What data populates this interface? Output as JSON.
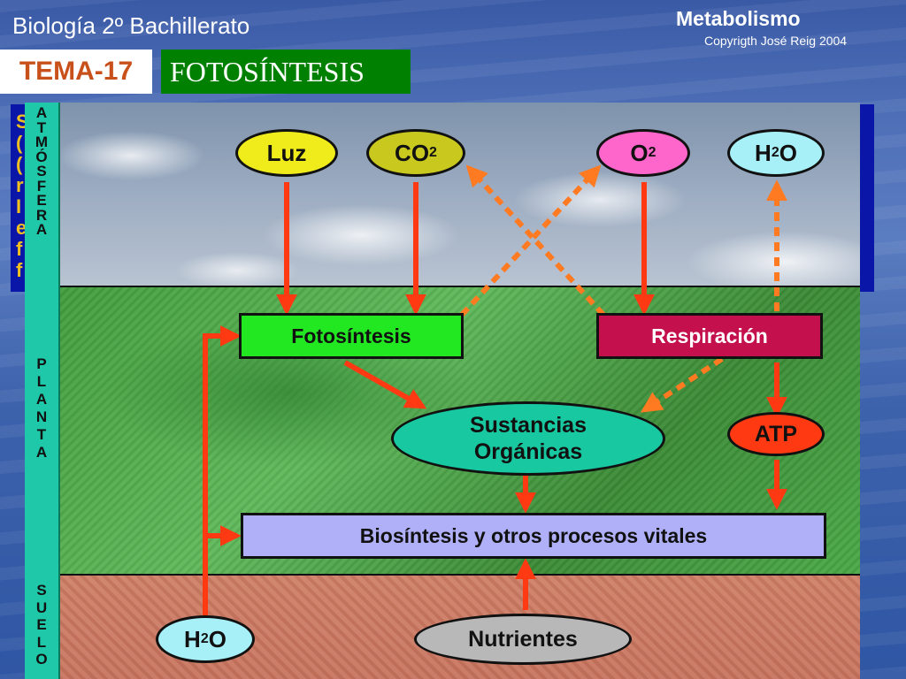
{
  "header": {
    "course": "Biología 2º Bachillerato",
    "unit": "Metabolismo",
    "copyright": "Copyrigth José Reig 2004",
    "tema": "TEMA-17",
    "title": "FOTOSÍNTESIS"
  },
  "behind_text": "S ( ( r I e f f",
  "zones": {
    "atmosfera": [
      "A",
      "T",
      "M",
      "Ó",
      "S",
      "F",
      "E",
      "R",
      "A"
    ],
    "planta": [
      "P",
      "L",
      "A",
      "N",
      "T",
      "A"
    ],
    "suelo": [
      "S",
      "U",
      "E",
      "L",
      "O"
    ]
  },
  "nodes": {
    "luz": "Luz",
    "co2": "CO",
    "co2_sub": "2",
    "o2": "O",
    "o2_sub": "2",
    "h2o_top": "H",
    "h2o_top_sub": "2",
    "h2o_top_o": "O",
    "fotosintesis": "Fotosíntesis",
    "respiracion": "Respiración",
    "sustancias": "Sustancias Orgánicas",
    "atp": "ATP",
    "biosintesis": "Biosíntesis y otros procesos vitales",
    "h2o_bottom": "H",
    "h2o_bottom_sub": "2",
    "h2o_bottom_o": "O",
    "nutrientes": "Nutrientes"
  },
  "colors": {
    "arrow": "#ff3a12",
    "arrow_dashed": "#ff7a20",
    "luz": "#f0ec1c",
    "co2": "#c8c81e",
    "o2": "#ff66cc",
    "h2o": "#a8f0f8",
    "fotosintesis": "#22e822",
    "respiracion": "#c4104c",
    "sustancias": "#18c8a0",
    "atp": "#ff3a12",
    "biosintesis": "#b0b0f8",
    "nutrientes": "#b8b8b8"
  }
}
